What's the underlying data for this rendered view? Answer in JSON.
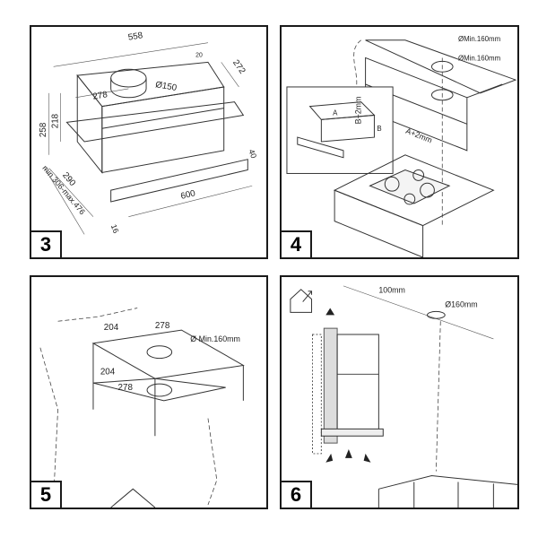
{
  "panels": [
    {
      "number": "3",
      "labels": {
        "width": "558",
        "depth": "272",
        "small_depth": "20",
        "duct_offset": "278",
        "duct_diameter": "Ø150",
        "total_height": "258",
        "body_height": "218",
        "front_depth": "290",
        "extension": "min.306-max.476",
        "front_thickness": "16",
        "front_height": "40",
        "front_width": "600"
      }
    },
    {
      "number": "4",
      "labels": {
        "hole_top": "ØMin.160mm",
        "hole_bottom": "ØMin.160mm",
        "height_clearance": "B+2mm",
        "width_clearance": "A+2mm",
        "inset_a": "A",
        "inset_b": "B"
      }
    },
    {
      "number": "5",
      "labels": {
        "depth_top": "204",
        "offset_top": "278",
        "hole": "Ø Min.160mm",
        "depth_bottom": "204",
        "offset_bottom": "278"
      }
    },
    {
      "number": "6",
      "labels": {
        "distance": "100mm",
        "duct": "Ø160mm"
      }
    }
  ]
}
